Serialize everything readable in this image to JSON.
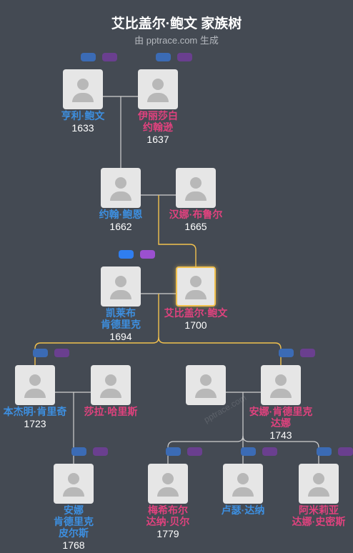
{
  "title": "艾比盖尔·鲍文 家族树",
  "subtitle": "由 pptrace.com 生成",
  "watermark": "pptrace.com",
  "people": {
    "henry": {
      "name_lines": [
        "亨利·鲍文"
      ],
      "year": "1633",
      "gender": "m"
    },
    "elizabeth": {
      "name_lines": [
        "伊丽莎白",
        "约翰逊"
      ],
      "year": "1637",
      "gender": "f"
    },
    "john": {
      "name_lines": [
        "约翰·鲍恩"
      ],
      "year": "1662",
      "gender": "m"
    },
    "hannah": {
      "name_lines": [
        "汉娜·布鲁尔"
      ],
      "year": "1665",
      "gender": "f"
    },
    "caleb": {
      "name_lines": [
        "凯莱布",
        "肯德里克"
      ],
      "year": "1694",
      "gender": "m"
    },
    "abigail": {
      "name_lines": [
        "艾比盖尔·鲍文"
      ],
      "year": "1700",
      "gender": "f"
    },
    "benjamin": {
      "name_lines": [
        "本杰明·肯里奇"
      ],
      "year": "1723",
      "gender": "m"
    },
    "sarah": {
      "name_lines": [
        "莎拉·哈里斯"
      ],
      "year": "",
      "gender": "f"
    },
    "unknown_spouse": {
      "name_lines": [],
      "year": "",
      "gender": "m"
    },
    "annadana": {
      "name_lines": [
        "安娜·肯德里克",
        "达娜"
      ],
      "year": "1743",
      "gender": "f"
    },
    "annapier": {
      "name_lines": [
        "安娜",
        "肯德里克",
        "皮尔斯"
      ],
      "year": "1768",
      "gender": "m"
    },
    "mehitable": {
      "name_lines": [
        "梅希布尔",
        "达纳·贝尔"
      ],
      "year": "1779",
      "gender": "f"
    },
    "lusodana": {
      "name_lines": [
        "卢瑟·达纳"
      ],
      "year": "",
      "gender": "m"
    },
    "amelia": {
      "name_lines": [
        "阿米莉亚",
        "达娜·史密斯"
      ],
      "year": "",
      "gender": "f"
    }
  },
  "colors": {
    "background": "#444a53",
    "male_name": "#3d8fe0",
    "female_name": "#e0427e",
    "focus_line": "#f2c14e",
    "plain_line": "#d0d0d0",
    "toggle_blue": "#3b6bb5",
    "toggle_purple": "#6a3f8f"
  },
  "icons": {
    "avatar": "person-silhouette-icon",
    "toggle": "expand-toggle-icon"
  }
}
